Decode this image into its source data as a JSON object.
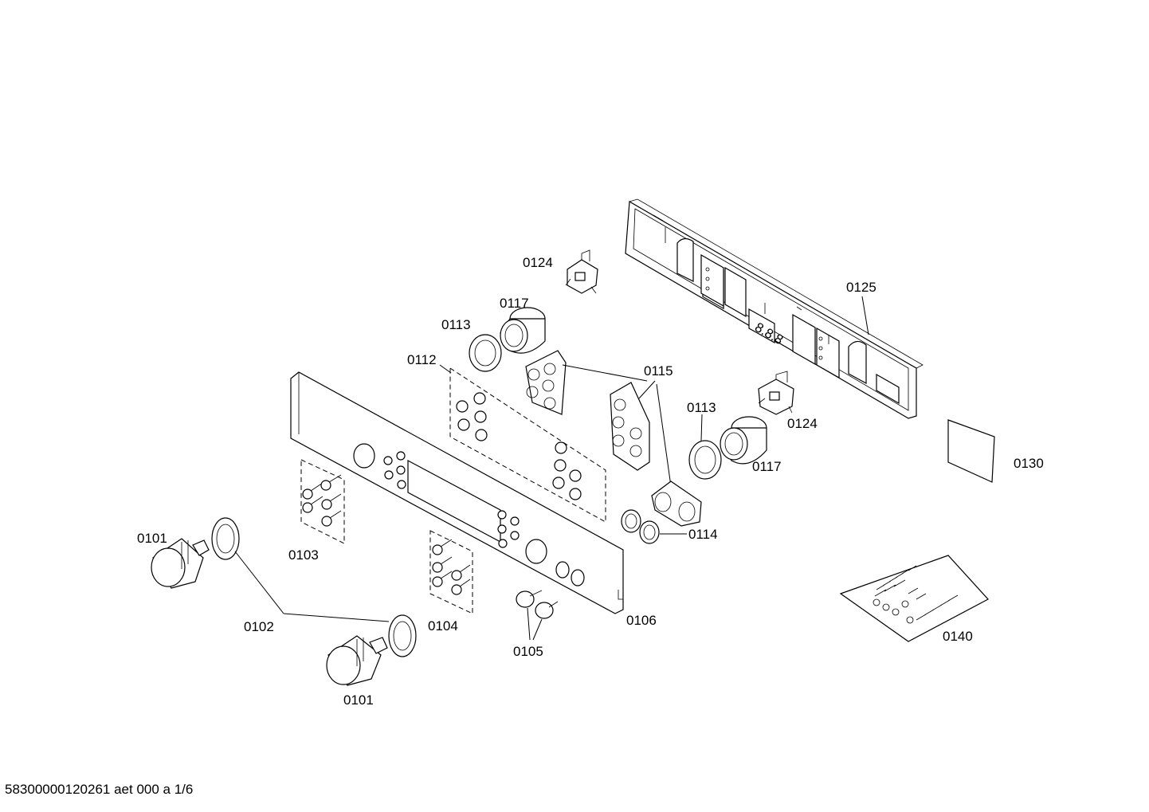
{
  "labels": {
    "p0101a": "0101",
    "p0101b": "0101",
    "p0102": "0102",
    "p0103": "0103",
    "p0104": "0104",
    "p0105": "0105",
    "p0106": "0106",
    "p0112": "0112",
    "p0113a": "0113",
    "p0113b": "0113",
    "p0114": "0114",
    "p0115": "0115",
    "p0117a": "0117",
    "p0117b": "0117",
    "p0124a": "0124",
    "p0124b": "0124",
    "p0125": "0125",
    "p0130": "0130",
    "p0140": "0140"
  },
  "footer": "58300000120261 aet 000 a 1/6"
}
